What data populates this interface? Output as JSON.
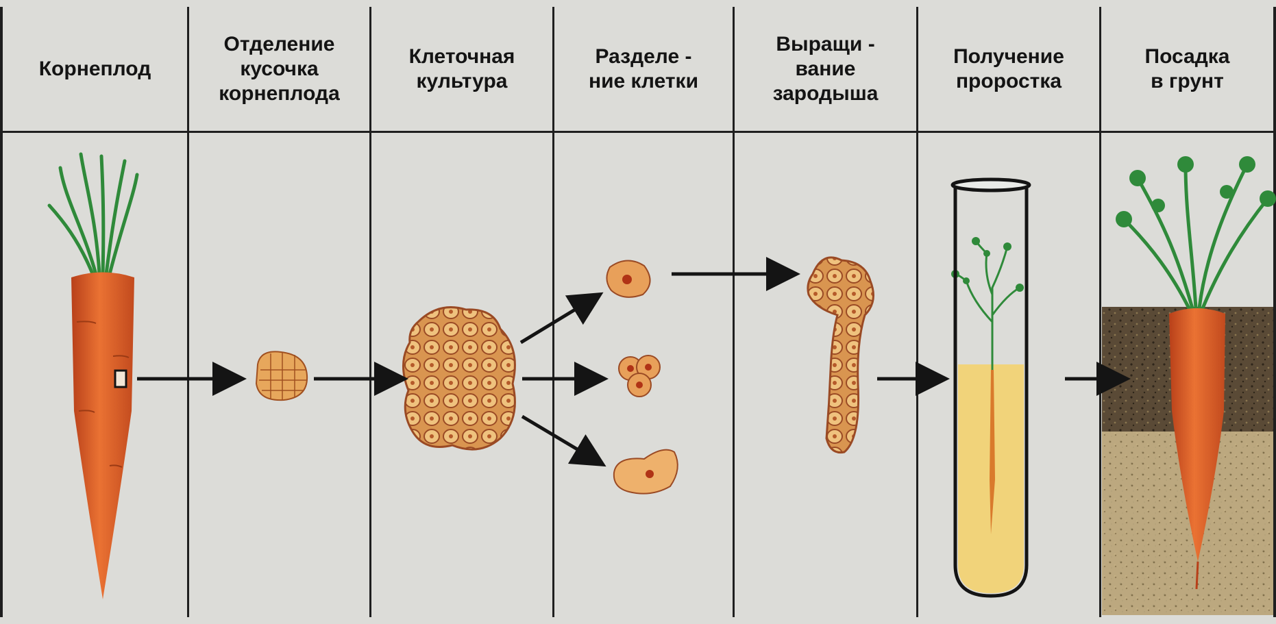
{
  "columns": [
    {
      "title": "Корнеплод"
    },
    {
      "title": "Отделение\nкусочка\nкорнеплода"
    },
    {
      "title": "Клеточная\nкультура"
    },
    {
      "title": "Разделе -\nние  клетки"
    },
    {
      "title": "Выращи -\nвание\nзародыша"
    },
    {
      "title": "Получение\nпроростка"
    },
    {
      "title": "Посадка\nв грунт"
    }
  ],
  "icons": [
    "carrot-icon",
    "tissue-piece-icon",
    "cell-culture-icon",
    "single-cell-icon",
    "embryo-icon",
    "test-tube-sprout-icon",
    "planted-carrot-icon",
    "arrow-right-icon"
  ],
  "colors": {
    "carrot": "#e3662b",
    "carrot_dark": "#b8401a",
    "leaf": "#2f8a3a",
    "cell": "#e8b070",
    "cell_edge": "#9a4a24",
    "nucleus": "#b03316",
    "medium": "#f1d37a",
    "soil_dark": "#4a3c2c",
    "soil_light": "#cbb98a"
  }
}
